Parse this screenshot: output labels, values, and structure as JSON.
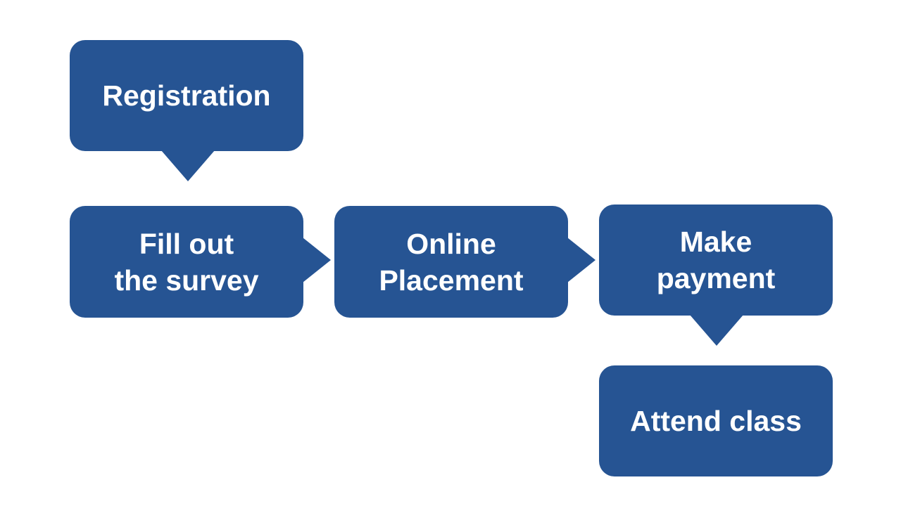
{
  "diagram": {
    "colors": {
      "box_fill": "#265493",
      "text": "#ffffff",
      "background": "#ffffff"
    },
    "steps": [
      {
        "id": "registration",
        "lines": [
          "Registration"
        ]
      },
      {
        "id": "fill-out-survey",
        "lines": [
          "Fill out",
          "the survey"
        ]
      },
      {
        "id": "online-placement",
        "lines": [
          "Online",
          "Placement"
        ]
      },
      {
        "id": "make-payment",
        "lines": [
          "Make",
          "payment"
        ]
      },
      {
        "id": "attend-class",
        "lines": [
          "Attend class"
        ]
      }
    ],
    "connections": [
      {
        "from": "registration",
        "to": "fill-out-survey",
        "direction": "down"
      },
      {
        "from": "fill-out-survey",
        "to": "online-placement",
        "direction": "right"
      },
      {
        "from": "online-placement",
        "to": "make-payment",
        "direction": "right"
      },
      {
        "from": "make-payment",
        "to": "attend-class",
        "direction": "down"
      }
    ]
  }
}
